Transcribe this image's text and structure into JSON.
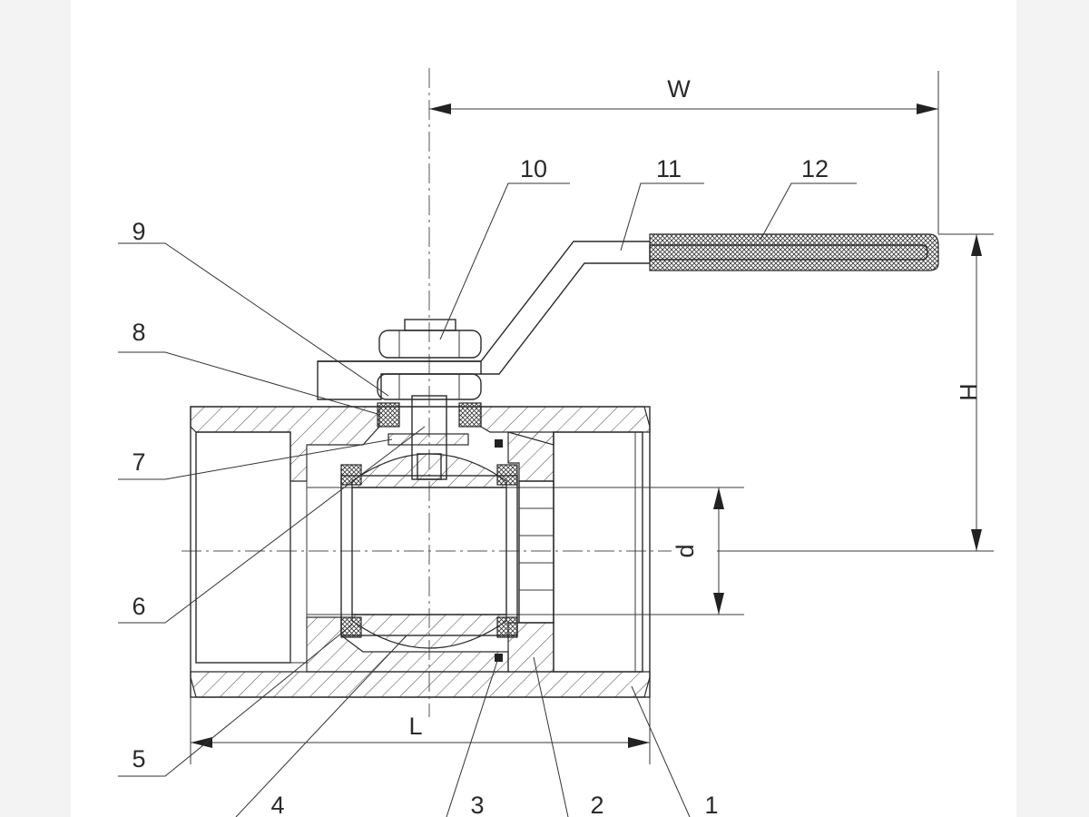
{
  "dimensions": {
    "width": "W",
    "height": "H",
    "bore": "d",
    "length": "L"
  },
  "part_numbers": [
    "1",
    "2",
    "3",
    "4",
    "5",
    "6",
    "7",
    "8",
    "9",
    "10",
    "11",
    "12"
  ]
}
